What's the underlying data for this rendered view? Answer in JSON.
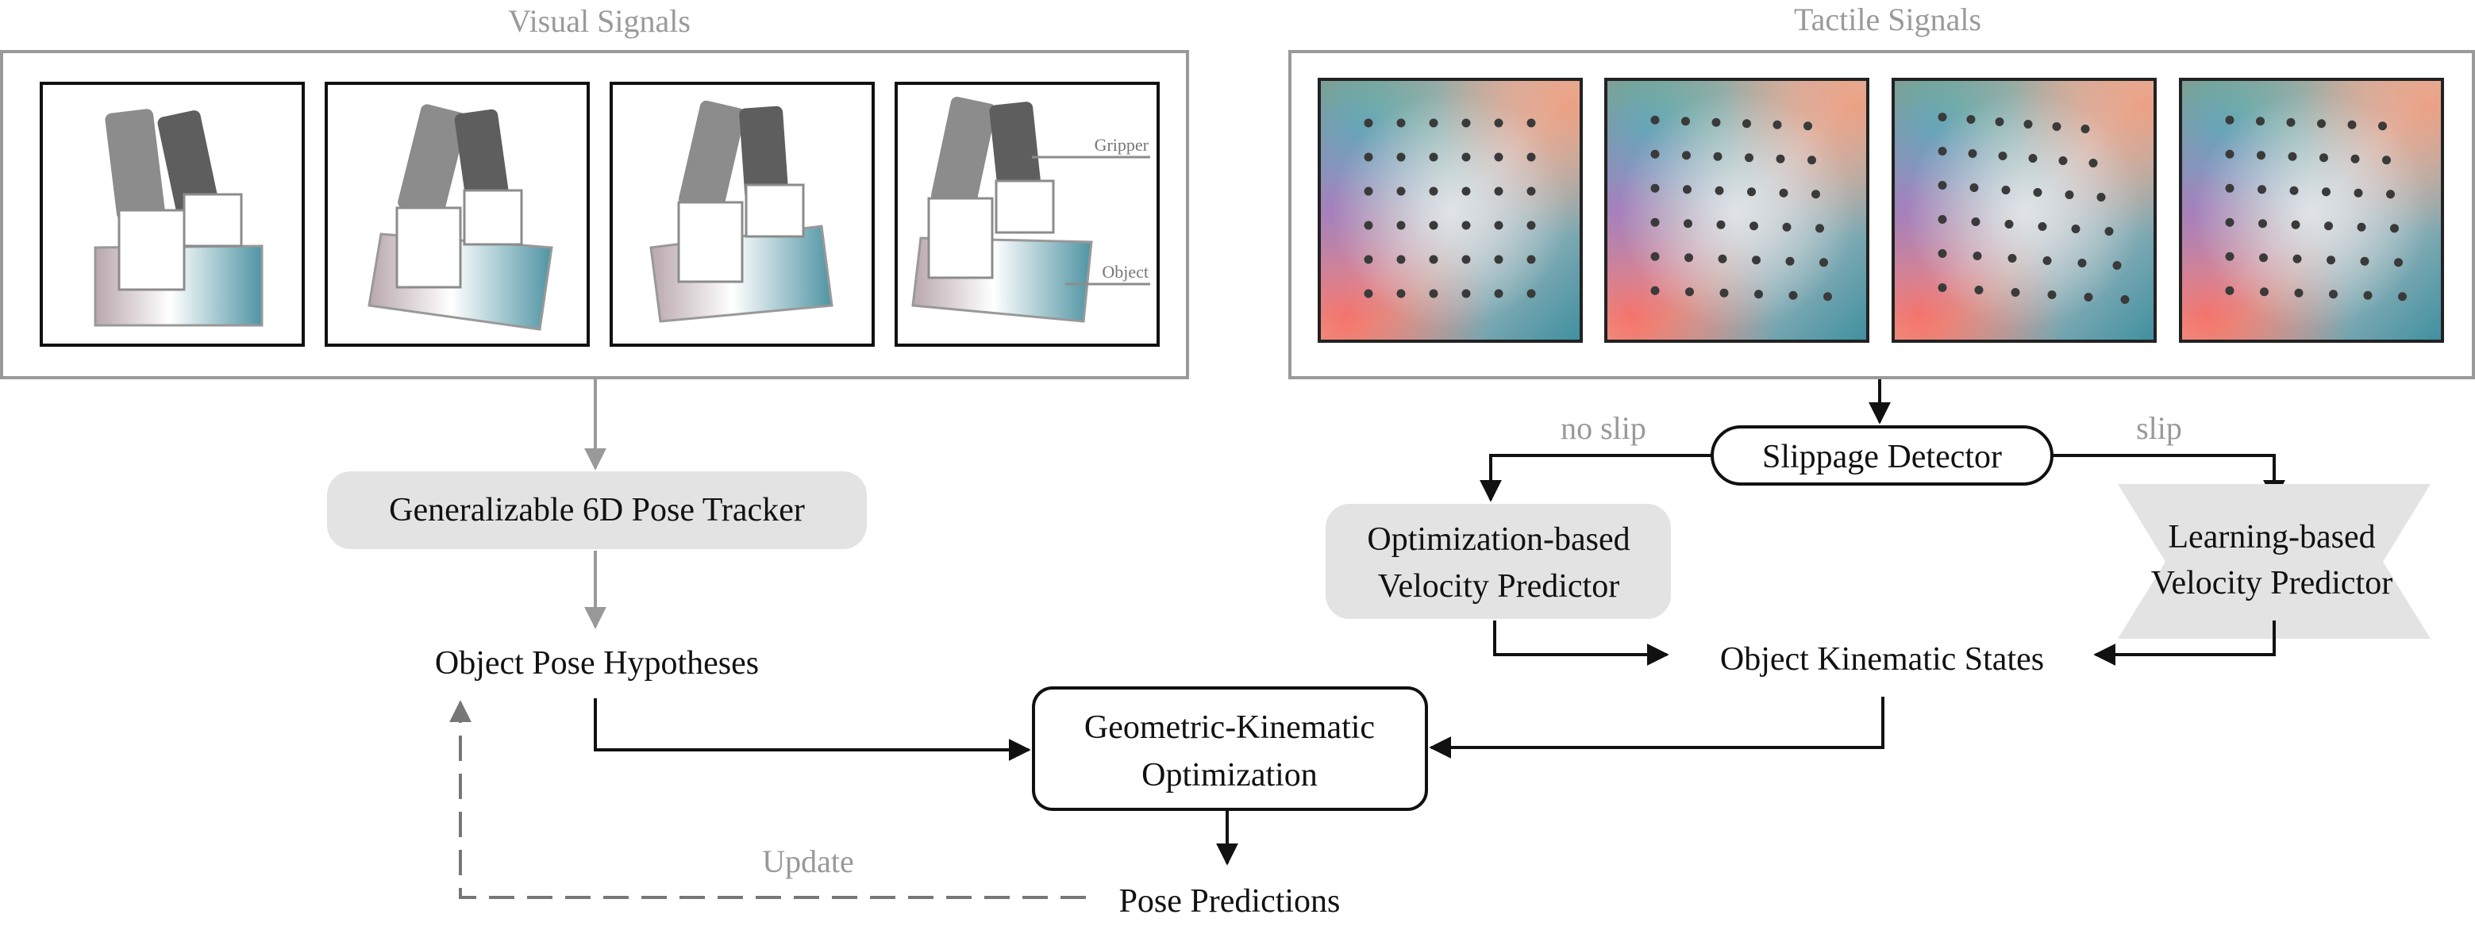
{
  "visual": {
    "title": "Visual Signals",
    "frames": [
      {
        "label": "visual-frame-1"
      },
      {
        "label": "visual-frame-2"
      },
      {
        "label": "visual-frame-3"
      },
      {
        "label": "visual-frame-4"
      }
    ],
    "gripper_label": "Gripper",
    "object_label": "Object"
  },
  "tactile": {
    "title": "Tactile Signals"
  },
  "nodes": {
    "pose_tracker": "Generalizable 6D Pose Tracker",
    "pose_hypotheses": "Object Pose Hypotheses",
    "slippage_detector": "Slippage Detector",
    "no_slip": "no slip",
    "slip": "slip",
    "opt_predictor_line1": "Optimization-based",
    "opt_predictor_line2": "Velocity Predictor",
    "learn_predictor_line1": "Learning-based",
    "learn_predictor_line2": "Velocity Predictor",
    "kinematic_states": "Object Kinematic States",
    "gk_opt_line1": "Geometric-Kinematic",
    "gk_opt_line2": "Optimization",
    "pose_predictions": "Pose Predictions",
    "update": "Update"
  },
  "colors": {
    "frame_gray": "#9a9a9a",
    "panel_fill": "#e3e3e3",
    "arrow_gray": "#999999",
    "black": "#111111",
    "gripper_light": "#8c8c8c",
    "gripper_dark": "#5e5e5e",
    "object_teal": "#4f94a3",
    "object_mauve": "#b9a7ad",
    "tactile_dot": "#3a3a3a"
  }
}
